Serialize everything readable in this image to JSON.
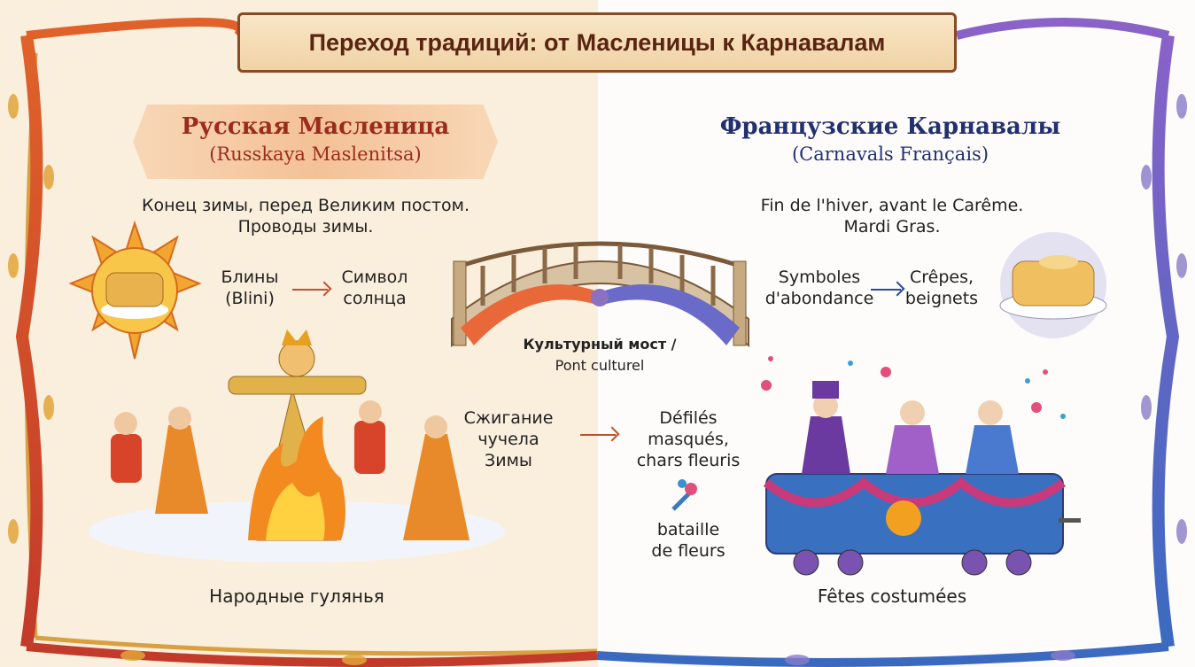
{
  "title": "Переход традиций: от Масленицы к Карнавалам",
  "left": {
    "heading": "Русская Масленица",
    "subheading": "(Russkaya Maslenitsa)",
    "intro": [
      "Конец зимы, перед Великим постом.",
      "Проводы зимы."
    ],
    "blini": [
      "Блины",
      "(Blini)"
    ],
    "symbol": [
      "Символ",
      "солнца"
    ],
    "burning": [
      "Сжигание",
      "чучела",
      "Зимы"
    ],
    "caption": "Народные гулянья"
  },
  "bridge": {
    "label_ru": "Культурный мост /",
    "label_fr": "Pont culturel"
  },
  "right": {
    "heading": "Французские Карнавалы",
    "subheading": "(Carnavals Français)",
    "intro": [
      "Fin de l'hiver, avant le Carême.",
      "Mardi Gras."
    ],
    "symbols": [
      "Symboles",
      "d'abondance"
    ],
    "crepes": [
      "Crêpes,",
      "beignets"
    ],
    "parades": [
      "Défilés",
      "masqués,",
      "chars fleuris"
    ],
    "flowers": [
      "bataille",
      "de fleurs"
    ],
    "caption": "Fêtes costumées"
  },
  "colors": {
    "left_accent": "#9b2c1c",
    "right_accent": "#22306e",
    "arrow_left": "#c0502e",
    "arrow_right": "#2a4a9a"
  }
}
